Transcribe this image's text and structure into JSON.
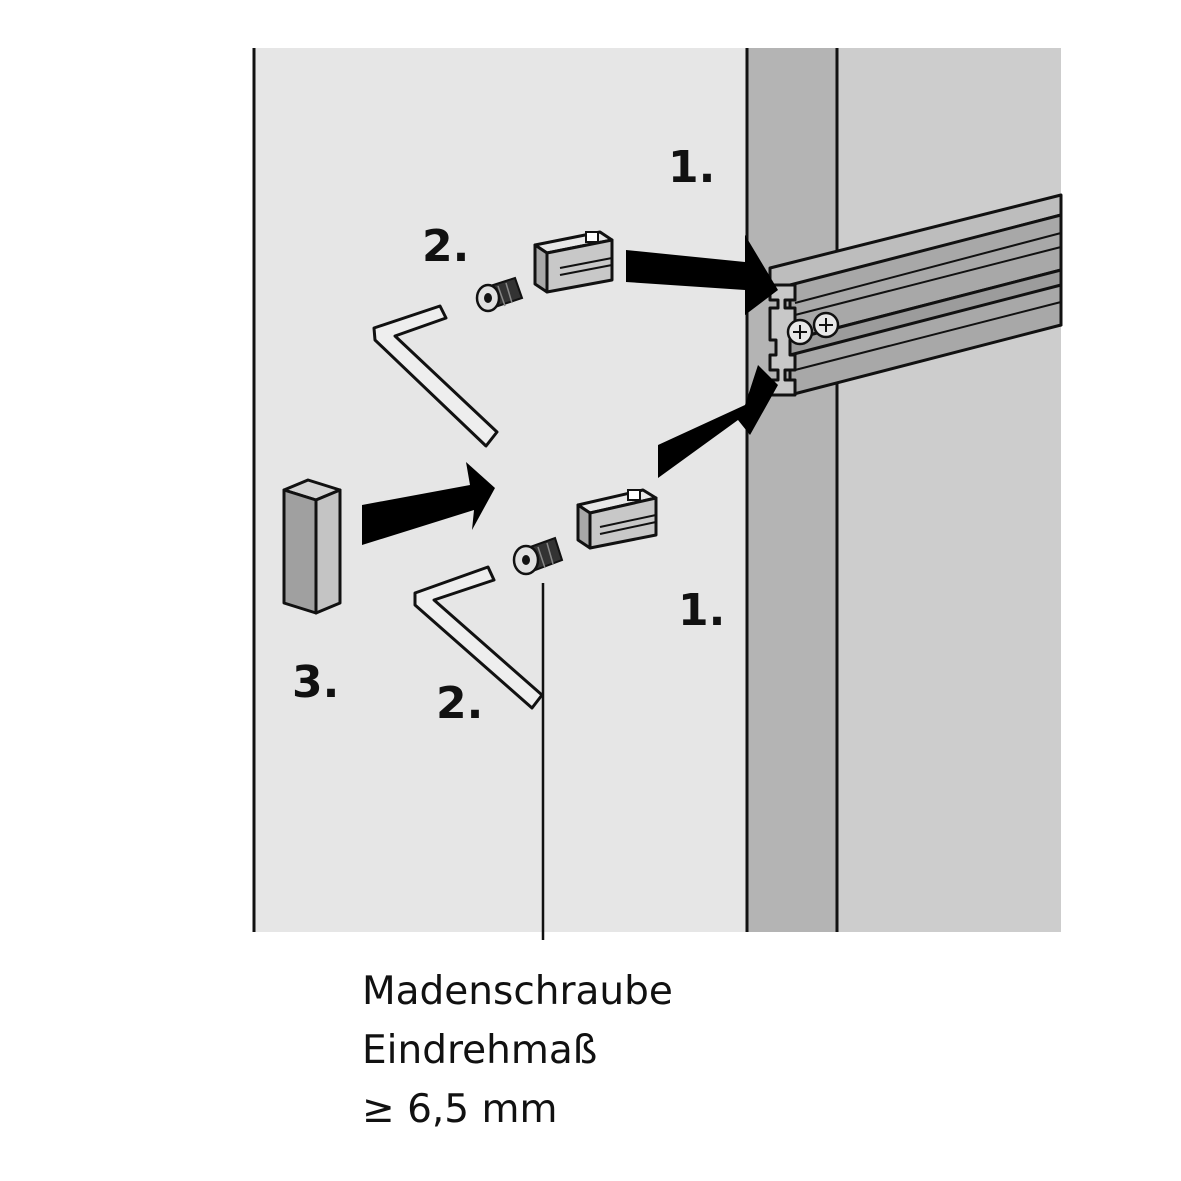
{
  "diagram": {
    "steps": {
      "step1_top": "1.",
      "step1_bottom": "1.",
      "step2_top": "2.",
      "step2_bottom": "2.",
      "step3": "3."
    },
    "caption": {
      "line1": "Madenschraube",
      "line2": "Eindrehmaß",
      "line3": "≥ 6,5 mm"
    },
    "colors": {
      "wall": "#e6e6e6",
      "post": "#b4b4b4",
      "right_panel": "#cdcdcd",
      "rail": "#a8a8a8",
      "arrow": "#000000",
      "outline": "#111111"
    }
  }
}
